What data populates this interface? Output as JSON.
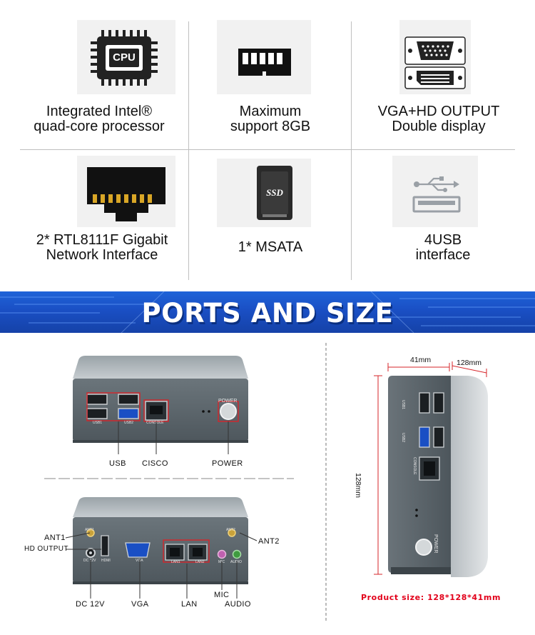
{
  "features": [
    {
      "id": "cpu",
      "icon": "cpu-icon",
      "chip_text": "CPU",
      "lines": [
        "Integrated Intel®",
        "quad-core processor"
      ]
    },
    {
      "id": "memory",
      "icon": "memory-icon",
      "lines": [
        "Maximum",
        "support 8GB"
      ]
    },
    {
      "id": "display",
      "icon": "vga-hdmi-port-icon",
      "lines": [
        "VGA+HD OUTPUT",
        "Double display"
      ]
    },
    {
      "id": "network",
      "icon": "ethernet-port-icon",
      "lines": [
        "2* RTL8111F Gigabit",
        "Network Interface"
      ]
    },
    {
      "id": "msata",
      "icon": "ssd-icon",
      "chip_text": "SSD",
      "lines": [
        "1* MSATA"
      ]
    },
    {
      "id": "usb",
      "icon": "usb-icon",
      "lines": [
        "4USB",
        "interface"
      ]
    }
  ],
  "banner": {
    "title": "PORTS AND SIZE"
  },
  "front_panel": {
    "power_text": "POWER",
    "usb_silk_1": "USB1",
    "usb_silk_2": "USB2",
    "console_silk": "CONSOLE",
    "callouts": {
      "usb": "USB",
      "cisco": "CISCO",
      "power": "POWER"
    }
  },
  "rear_panel": {
    "silk": {
      "ant1": "ANT1",
      "ant2": "ANT2",
      "dc": "DC 12V",
      "hdmi": "HDMI",
      "vga": "VGA",
      "lan1": "LAN1",
      "lan2": "LAN2",
      "mic": "MIC",
      "audio": "AUDIO"
    },
    "callouts": {
      "ant1": "ANT1",
      "hd_output": "HD OUTPUT",
      "ant2": "ANT2",
      "dc": "DC 12V",
      "vga": "VGA",
      "lan": "LAN",
      "mic": "MIC",
      "audio": "AUDIO"
    }
  },
  "side_view": {
    "width_label": "41mm",
    "depth_label": "128mm",
    "height_label": "128mm",
    "power_text": "POWER",
    "usb_silk_1": "USB1",
    "usb_silk_2": "USB2",
    "console_silk": "CONSOLE"
  },
  "product_size": "Product size: 128*128*41mm",
  "colors": {
    "banner": "#1a4fc4",
    "size_text": "#e2001a",
    "callout_box": "#d6252a",
    "chassis": "#7a848a"
  }
}
